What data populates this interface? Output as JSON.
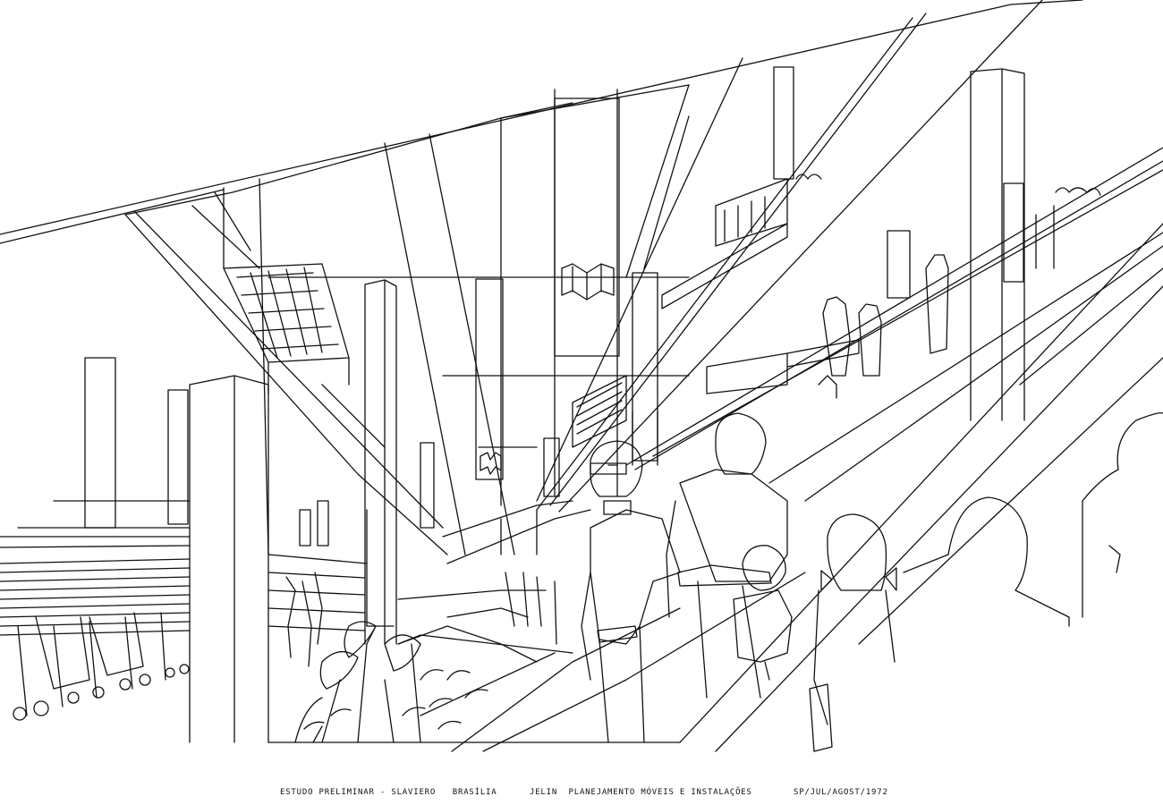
{
  "title_block": {
    "project": "ESTUDO PRELIMINAR - SLAVIERO   BRASÍLIA",
    "office": "JELIN  PLANEJAMENTO MÓVEIS E INSTALAÇÕES",
    "date": "SP/JUL/AGOST/1972"
  },
  "colors": {
    "ink": "#111111",
    "paper": "#ffffff"
  },
  "signage_icon": "folded-book-logo-icon"
}
